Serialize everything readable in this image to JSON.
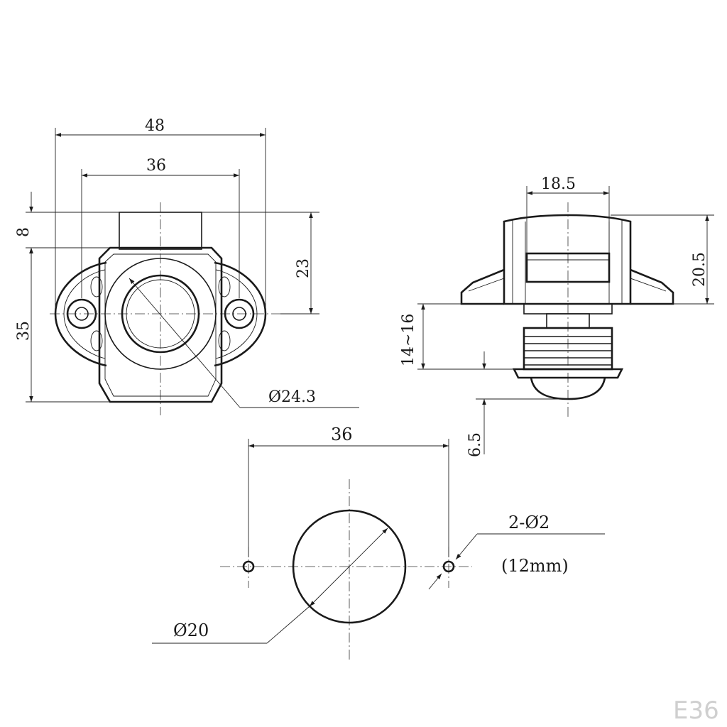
{
  "front_view": {
    "dim_width_outer": "48",
    "dim_width_inner": "36",
    "dim_top": "8",
    "dim_height": "35",
    "dim_right": "23",
    "dim_diameter": "Ø24.3"
  },
  "side_view": {
    "dim_width": "18.5",
    "dim_height": "20.5",
    "dim_range": "14~16",
    "dim_button": "6.5"
  },
  "hole_view": {
    "dim_spacing": "36",
    "dim_holes": "2-Ø2",
    "dim_holes_note": "(12mm)",
    "dim_main": "Ø20"
  },
  "watermark": "E36"
}
